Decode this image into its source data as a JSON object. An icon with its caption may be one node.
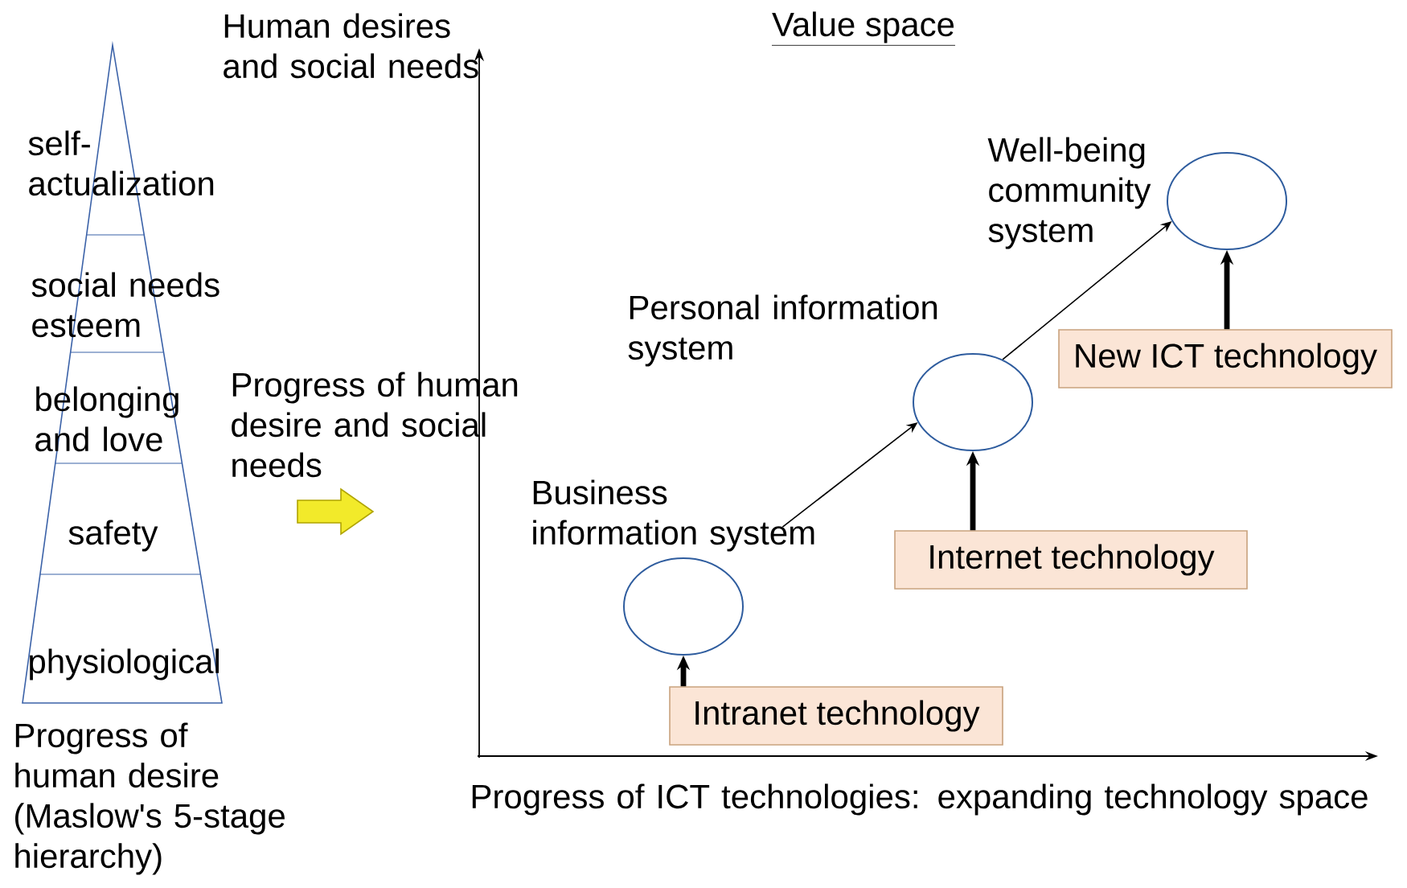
{
  "diagram": {
    "title": "Value space",
    "nodes": [
      {
        "text": [],
        "shape": "triangle",
        "beside": [
          "Progress of human desire (Maslow's 5-stage hierarchy)"
        ]
      },
      {
        "text": [
          "self-actualization"
        ],
        "in": 0
      },
      {
        "text": [
          "social needs esteem"
        ],
        "in": 0
      },
      {
        "text": [
          "belonging and love"
        ],
        "in": 0
      },
      {
        "text": [
          "safety"
        ],
        "in": 0
      },
      {
        "text": [
          "physiological"
        ],
        "in": 0
      },
      {
        "text": [],
        "shape": "ellipse",
        "beside": [
          "Business information system"
        ]
      },
      {
        "text": [
          "Intranet technology"
        ]
      },
      {
        "text": [],
        "shape": "ellipse",
        "beside": [
          "Personal information system"
        ]
      },
      {
        "text": [
          "Internet technology"
        ]
      },
      {
        "text": [],
        "shape": "ellipse",
        "beside": [
          "Well-being community system"
        ]
      },
      {
        "text": [
          "New ICT technology"
        ]
      }
    ],
    "edges": [
      {
        "from": 7,
        "to": 6,
        "arrow": "to"
      },
      {
        "from": 6,
        "to": 8,
        "arrow": "to"
      },
      {
        "from": 9,
        "to": 8,
        "arrow": "to"
      },
      {
        "from": 8,
        "to": 10,
        "arrow": "to"
      },
      {
        "from": 11,
        "to": 10,
        "arrow": "to"
      }
    ],
    "labels": [
      "Human desires and social needs",
      "Progress of human desire and social needs",
      "Progress of ICT technologies: expanding technology space"
    ]
  }
}
